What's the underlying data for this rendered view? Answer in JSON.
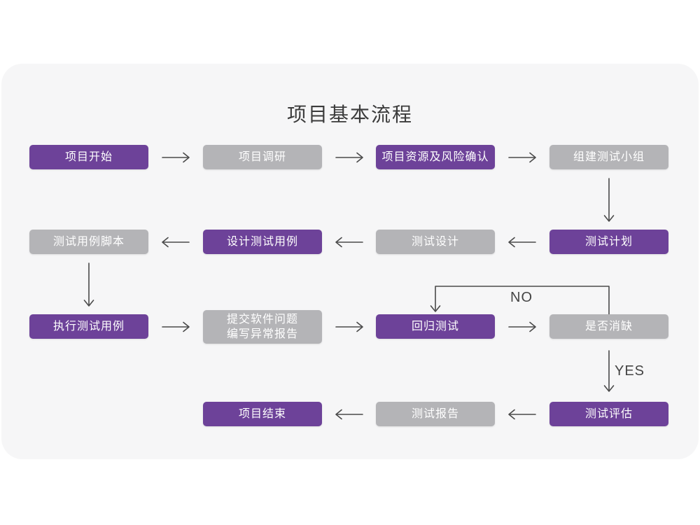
{
  "title": "项目基本流程",
  "colors": {
    "purple": "#6d4299",
    "gray": "#b4b4b7",
    "panel_background": "#f6f6f7",
    "page_background": "#ffffff",
    "arrow": "#4a4a4a",
    "title_text": "#3b3b3b",
    "node_text": "#ffffff"
  },
  "flow": {
    "nodes": [
      {
        "label": "项目开始",
        "variant": "purple"
      },
      {
        "label": "项目调研",
        "variant": "gray"
      },
      {
        "label": "项目资源及风险确认",
        "variant": "purple"
      },
      {
        "label": "组建测试小组",
        "variant": "gray"
      },
      {
        "label": "测试用例脚本",
        "variant": "gray"
      },
      {
        "label": "设计测试用例",
        "variant": "purple"
      },
      {
        "label": "测试设计",
        "variant": "gray"
      },
      {
        "label": "测试计划",
        "variant": "purple"
      },
      {
        "label": "执行测试用例",
        "variant": "purple"
      },
      {
        "label": "提交软件问题\n编写异常报告",
        "variant": "gray"
      },
      {
        "label": "回归测试",
        "variant": "purple"
      },
      {
        "label": "是否消缺",
        "variant": "gray"
      },
      {
        "label": "项目结束",
        "variant": "purple"
      },
      {
        "label": "测试报告",
        "variant": "gray"
      },
      {
        "label": "测试评估",
        "variant": "purple"
      }
    ],
    "decision_labels": {
      "no": "NO",
      "yes": "YES"
    },
    "edges": [
      {
        "from": "项目开始",
        "to": "项目调研"
      },
      {
        "from": "项目调研",
        "to": "项目资源及风险确认"
      },
      {
        "from": "项目资源及风险确认",
        "to": "组建测试小组"
      },
      {
        "from": "组建测试小组",
        "to": "测试计划"
      },
      {
        "from": "测试计划",
        "to": "测试设计"
      },
      {
        "from": "测试设计",
        "to": "设计测试用例"
      },
      {
        "from": "设计测试用例",
        "to": "测试用例脚本"
      },
      {
        "from": "测试用例脚本",
        "to": "执行测试用例"
      },
      {
        "from": "执行测试用例",
        "to": "提交软件问题 编写异常报告"
      },
      {
        "from": "提交软件问题 编写异常报告",
        "to": "回归测试"
      },
      {
        "from": "回归测试",
        "to": "是否消缺"
      },
      {
        "from": "是否消缺",
        "to": "回归测试",
        "label": "NO"
      },
      {
        "from": "是否消缺",
        "to": "测试评估",
        "label": "YES"
      },
      {
        "from": "测试评估",
        "to": "测试报告"
      },
      {
        "from": "测试报告",
        "to": "项目结束"
      }
    ]
  }
}
